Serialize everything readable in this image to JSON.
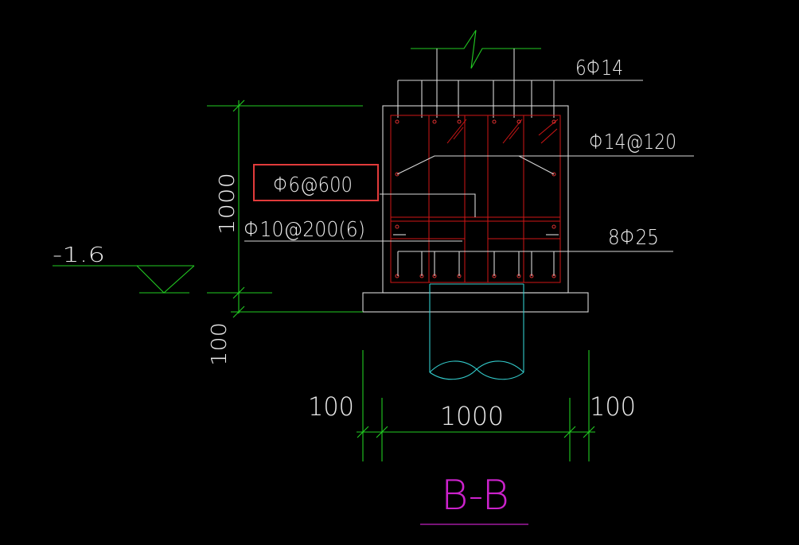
{
  "labels": {
    "top_bars": "6Φ14",
    "stirrup_main": "Φ14@120",
    "tie_bar": "Φ6@600",
    "side_stirrup": "Φ10@200(6)",
    "bottom_bars": "8Φ25",
    "height_dim": "1000",
    "cushion_dim": "100",
    "elevation": "-1.6",
    "left_offset_dim": "100",
    "width_dim": "1000",
    "right_offset_dim": "100",
    "section_title": "B-B"
  },
  "colors": {
    "background": "#000000",
    "lines": "#d8d8d8",
    "dimensions": "#22cc22",
    "rebar": "#d01616",
    "pile": "#33cccc",
    "title": "#cc22cc",
    "highlight": "#e23b3b"
  }
}
